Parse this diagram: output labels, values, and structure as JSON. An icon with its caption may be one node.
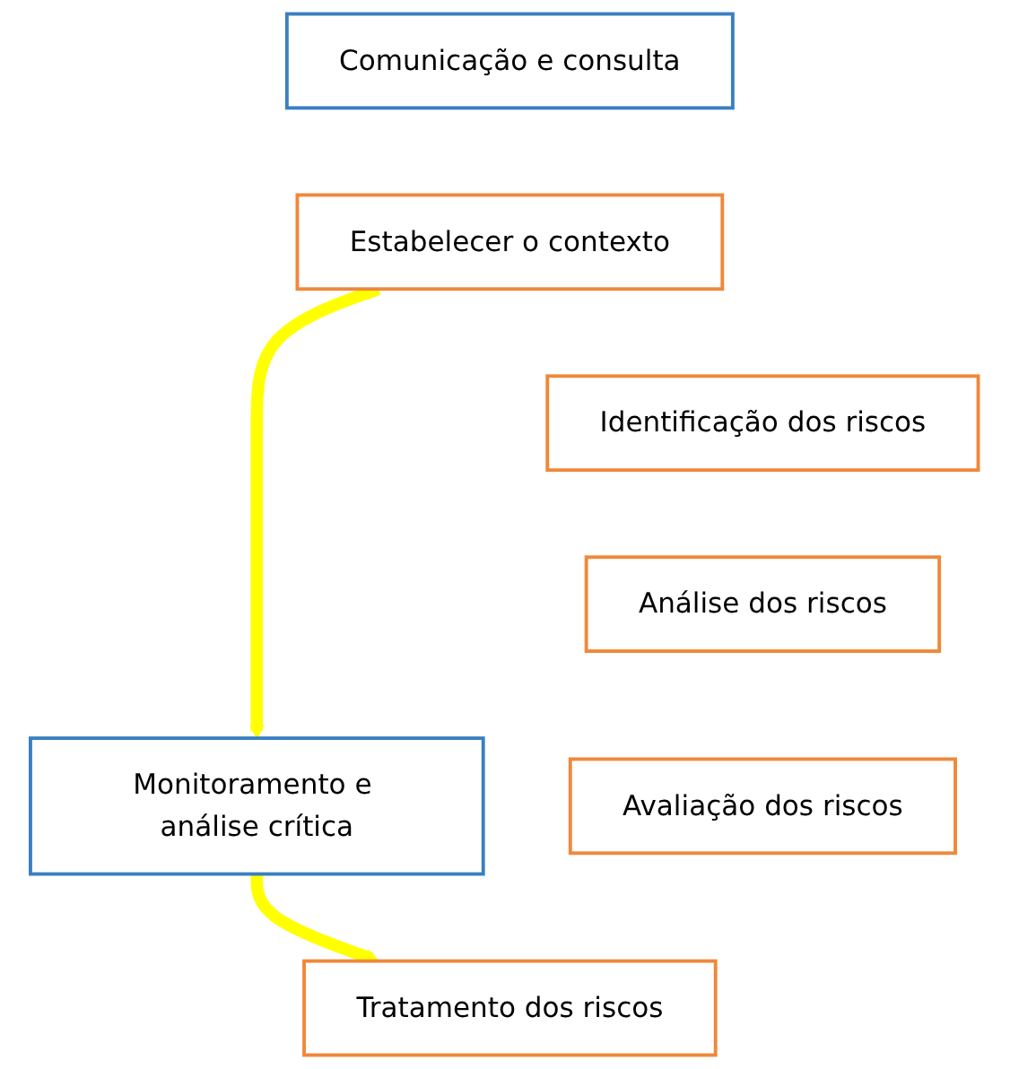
{
  "diagram": {
    "nodes": [
      {
        "text": [
          "Comunicação e consulta"
        ]
      },
      {
        "text": [
          "Estabelecer o contexto"
        ]
      },
      {
        "text": [
          "Identificação dos riscos"
        ]
      },
      {
        "text": [
          "Análise dos riscos"
        ]
      },
      {
        "text": [
          "Avaliação dos riscos"
        ]
      },
      {
        "text": [
          "Tratamento dos riscos"
        ]
      },
      {
        "text": [
          "Monitoramento e análise crítica"
        ]
      }
    ],
    "edges": [
      {
        "from": 1,
        "to": 6,
        "arrow": "to",
        "color": "#ffff00"
      },
      {
        "from": 6,
        "to": 5,
        "arrow": "to",
        "color": "#ffff00"
      }
    ]
  }
}
